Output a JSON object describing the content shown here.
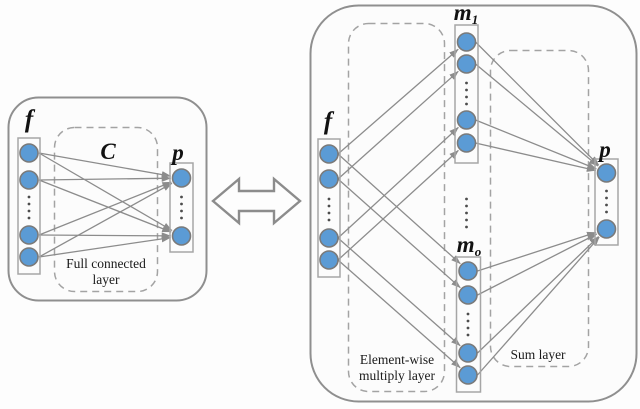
{
  "figure": {
    "left_panel": {
      "input_label": "f",
      "weight_label": "C",
      "output_label": "p",
      "caption_line1": "Full connected",
      "caption_line2": "layer",
      "visible_input_nodes": 4,
      "visible_output_nodes": 2,
      "connectivity": "fully-connected"
    },
    "equivalence": {
      "symbol": "double-headed-arrow"
    },
    "right_panel": {
      "input_label": "f",
      "mask_top": {
        "base": "m",
        "sub": "1"
      },
      "mask_bottom": {
        "base": "m",
        "sub": "o"
      },
      "output_label": "p",
      "multiply_caption_line1": "Element-wise",
      "multiply_caption_line2": "multiply layer",
      "sum_caption": "Sum layer",
      "visible_input_nodes": 4,
      "visible_mask_nodes_per_column": 4,
      "visible_mask_columns": 2,
      "visible_output_nodes": 2,
      "connectivity": "element-wise multiply then sum"
    },
    "colors": {
      "node_fill": "#5b9bd5",
      "node_stroke": "#7a7a7a",
      "edge_stroke": "#8c8c8c",
      "box_stroke": "#a3a3a3",
      "panel_stroke": "#8f8f8f",
      "background": "#fdfdfd",
      "text": "#111111"
    }
  }
}
